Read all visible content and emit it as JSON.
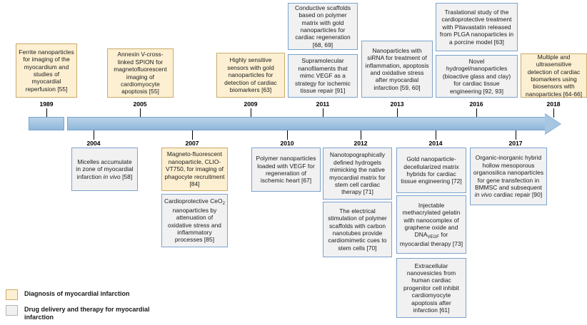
{
  "figure": {
    "type": "timeline",
    "title": "",
    "axis_start_year": "1989",
    "axis_end_year": "2018"
  },
  "timeline": {
    "years_above": [
      "1989",
      "2005",
      "2009",
      "2011",
      "2013",
      "2016",
      "2018"
    ],
    "years_below": [
      "2004",
      "2007",
      "2010",
      "2012",
      "2014",
      "2017"
    ]
  },
  "events_above": [
    {
      "year": "1989",
      "category": "diagnosis",
      "text": "Ferrite nanoparticles for imaging of the myocardium and studies of myocardial reperfusion  [55]"
    },
    {
      "year": "2005",
      "category": "diagnosis",
      "text": "Annexin V-cross-linked SPION for magnetofluorescent imaging of cardiomyocyte apoptosis [55]"
    },
    {
      "year": "2009",
      "category": "diagnosis",
      "text": "Highly sensitive sensors with gold nanoparticles for detection of cardiac biomarkers [63]"
    },
    {
      "year": "2011",
      "category": "drug",
      "text": "Conductive scaffolds based on polymer matrix with gold nanoparticles for cardiac regeneration [68, 69]"
    },
    {
      "year": "2011",
      "category": "drug",
      "text": "Supramolecular nanofilaments that mimc VEGF as a strategy for ischemic tissue repair [91]"
    },
    {
      "year": "2013",
      "category": "drug",
      "text": "Nanoparticles with siRNA for treatment of inflammation, apoptosis and oxidative stress after myocardial infarction [59, 60]"
    },
    {
      "year": "2016",
      "category": "drug",
      "text": "Traslational study of the cardioprotective treatment with Pitavastatin released from PLGA nanoparticles in a porcine model   [63]"
    },
    {
      "year": "2016",
      "category": "drug",
      "text": "Novel hydrogel/nanoparticles (bioactive glass and clay)  for cardiac tissue engineering [92, 93]"
    },
    {
      "year": "2018",
      "category": "diagnosis",
      "text": "Multiple and ultrasensitive detection of cardiac biomarkers using biosensors with nanoparticles [64-66]"
    }
  ],
  "events_below": [
    {
      "year": "2004",
      "category": "drug",
      "text_html": "Micelles accumulate in zone of myocardial infarction <i>in vivo</i> [58]"
    },
    {
      "year": "2007",
      "category": "diagnosis",
      "text_html": "Magneto-fluorescent nanoparticle, CLIO-VT750, for imaging of phagocyte recruitment [84]"
    },
    {
      "year": "2007",
      "category": "drug",
      "text_html": "Cardioprotective CeO<sub>2</sub> nanoparticles by attenuation of oxidative stress and inflammatory processes [85]"
    },
    {
      "year": "2010",
      "category": "drug",
      "text_html": "Polymer nanoparticles loaded with VEGF for regeneration of ischemic heart [67]"
    },
    {
      "year": "2012",
      "category": "drug",
      "text_html": "Nanotopographically defined hydrogels mimicking the native myocardial matrix for stem cell cardiac therapy  [71]"
    },
    {
      "year": "2012",
      "category": "drug",
      "text_html": "The electrical stimulation of polymer scaffolds with carbon nanotubes provide cardiomimetic cues to stem cells [70]"
    },
    {
      "year": "2014",
      "category": "drug",
      "text_html": "Gold nanoparticle-decellularized matrix hybrids for cardiac tissue engineering [72]"
    },
    {
      "year": "2014",
      "category": "drug",
      "text_html": "Injectable methacrylated gelatin with nanocomplex of graphene oxide and DNA<sub>VEGF</sub> for myocardial therapy [73]"
    },
    {
      "year": "2014",
      "category": "drug",
      "text_html": "Extracellular nanovesicles from human cardiac progenitor cell inhibit cardiomyocyte apoptosis after infarction [61]"
    },
    {
      "year": "2017",
      "category": "drug",
      "text_html": "Organic-inorganic hybrid hollow mesoporous organosilica nanoparticles for gene transfection in BMMSC and subsequent <i>in vivo</i> cardiac repair [90]"
    }
  ],
  "legend": {
    "items": [
      {
        "label": "Diagnosis of myocardial infarction",
        "color": "#fdf0d2"
      },
      {
        "label": "Drug delivery and therapy for myocardial infarction",
        "color": "#f1f1f1"
      }
    ]
  },
  "colors": {
    "diagnosis_fill": "#fdf0d2",
    "diagnosis_border": "#c9a96a",
    "drug_fill": "#f1f1f1",
    "drug_border": "#7aa3cc",
    "timeline_bar": "#a6c7e2",
    "timeline_border": "#7aa3cc",
    "text": "#1a1a1a"
  }
}
